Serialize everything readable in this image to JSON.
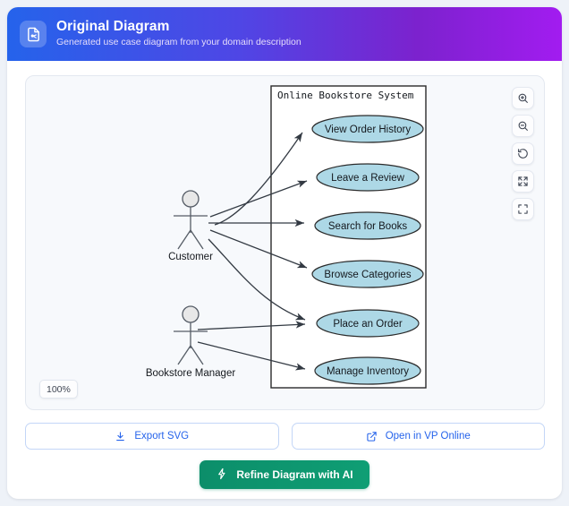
{
  "header": {
    "title": "Original Diagram",
    "subtitle": "Generated use case diagram from your domain description",
    "icon": "file-diagram-icon",
    "gradient_from": "#2563eb",
    "gradient_to": "#a21cf0"
  },
  "canvas": {
    "zoom_level": "100%",
    "tools": [
      {
        "name": "zoom-in-icon",
        "label": "Zoom in"
      },
      {
        "name": "zoom-out-icon",
        "label": "Zoom out"
      },
      {
        "name": "reset-rotate-icon",
        "label": "Reset view"
      },
      {
        "name": "expand-arrows-icon",
        "label": "Expand"
      },
      {
        "name": "fit-screen-icon",
        "label": "Fit to screen"
      }
    ]
  },
  "diagram": {
    "type": "uml-use-case",
    "system_boundary": "Online Bookstore System",
    "actors": [
      {
        "name": "Customer"
      },
      {
        "name": "Bookstore Manager"
      }
    ],
    "use_cases": [
      {
        "name": "View Order History"
      },
      {
        "name": "Leave a Review"
      },
      {
        "name": "Search for Books"
      },
      {
        "name": "Browse Categories"
      },
      {
        "name": "Place an Order"
      },
      {
        "name": "Manage Inventory"
      }
    ],
    "associations": [
      {
        "actor": "Customer",
        "use_case": "View Order History"
      },
      {
        "actor": "Customer",
        "use_case": "Leave a Review"
      },
      {
        "actor": "Customer",
        "use_case": "Search for Books"
      },
      {
        "actor": "Customer",
        "use_case": "Browse Categories"
      },
      {
        "actor": "Customer",
        "use_case": "Place an Order"
      },
      {
        "actor": "Bookstore Manager",
        "use_case": "Place an Order"
      },
      {
        "actor": "Bookstore Manager",
        "use_case": "Manage Inventory"
      }
    ],
    "usecase_fill": "#ADD8E6",
    "usecase_stroke": "#2b2b2b"
  },
  "actions": {
    "export_svg": "Export SVG",
    "open_vp_online": "Open in VP Online",
    "refine": "Refine Diagram with AI",
    "refine_color": "#0f9e74"
  }
}
